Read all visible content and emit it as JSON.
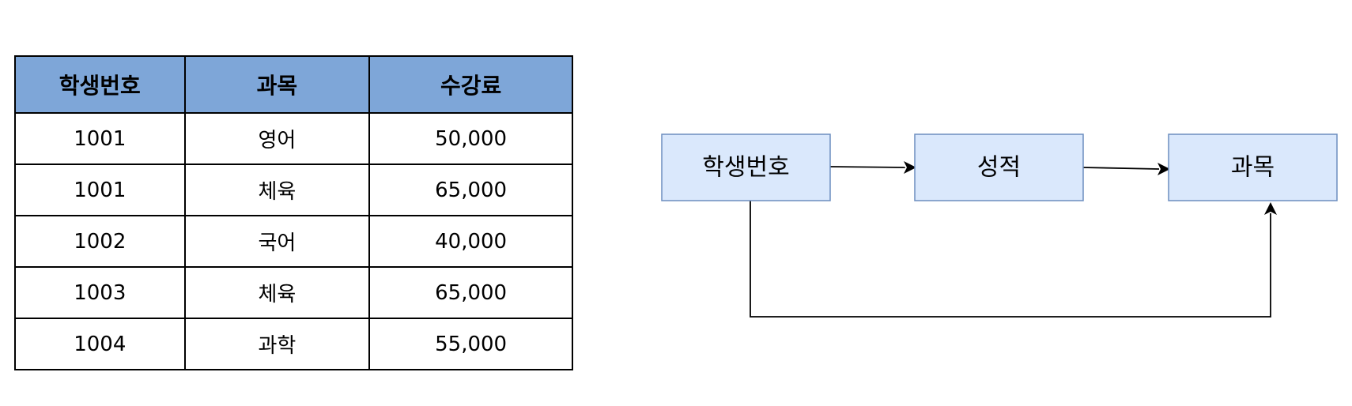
{
  "table": {
    "headers": [
      "학생번호",
      "과목",
      "수강료"
    ],
    "rows": [
      [
        "1001",
        "영어",
        "50,000"
      ],
      [
        "1001",
        "체육",
        "65,000"
      ],
      [
        "1002",
        "국어",
        "40,000"
      ],
      [
        "1003",
        "체육",
        "65,000"
      ],
      [
        "1004",
        "과학",
        "55,000"
      ]
    ]
  },
  "diagram": {
    "nodes": {
      "student_id": "학생번호",
      "grade": "성적",
      "subject": "과목"
    },
    "edges": [
      {
        "from": "student_id",
        "to": "grade"
      },
      {
        "from": "grade",
        "to": "subject"
      },
      {
        "from": "student_id",
        "to": "subject"
      }
    ]
  },
  "colors": {
    "header_fill": "#7ea6d8",
    "node_fill": "#dae8fc",
    "node_stroke": "#6c8ebf",
    "border": "#000000"
  }
}
